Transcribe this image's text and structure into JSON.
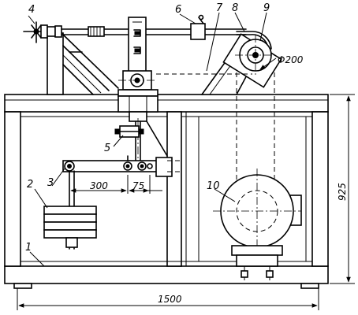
{
  "callouts": {
    "c1": "1",
    "c2": "2",
    "c3": "3",
    "c4": "4",
    "c5": "5",
    "c6": "6",
    "c7": "7",
    "c8": "8",
    "c9": "9",
    "c10": "10"
  },
  "dimensions": {
    "arm_length": "300",
    "arm_offset": "75",
    "pulley_diameter": "Φ200",
    "frame_height": "925",
    "frame_width": "1500"
  }
}
